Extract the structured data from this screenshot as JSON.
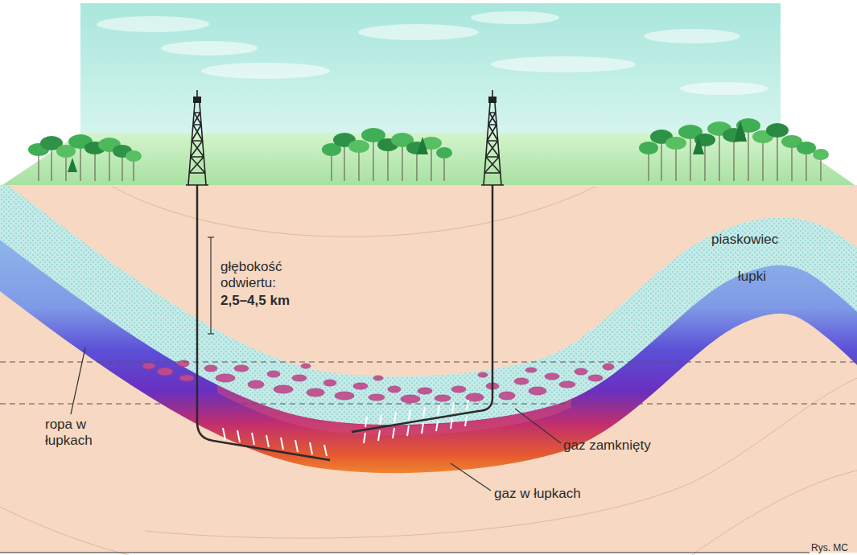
{
  "diagram": {
    "labels": [
      "głębokość odwiertu:",
      "2,5–4,5 km",
      "piaskowiec",
      "łupki",
      "ropa w łupkach",
      "gaz zamknięty",
      "gaz w łupkach",
      "Rys. MC"
    ]
  }
}
